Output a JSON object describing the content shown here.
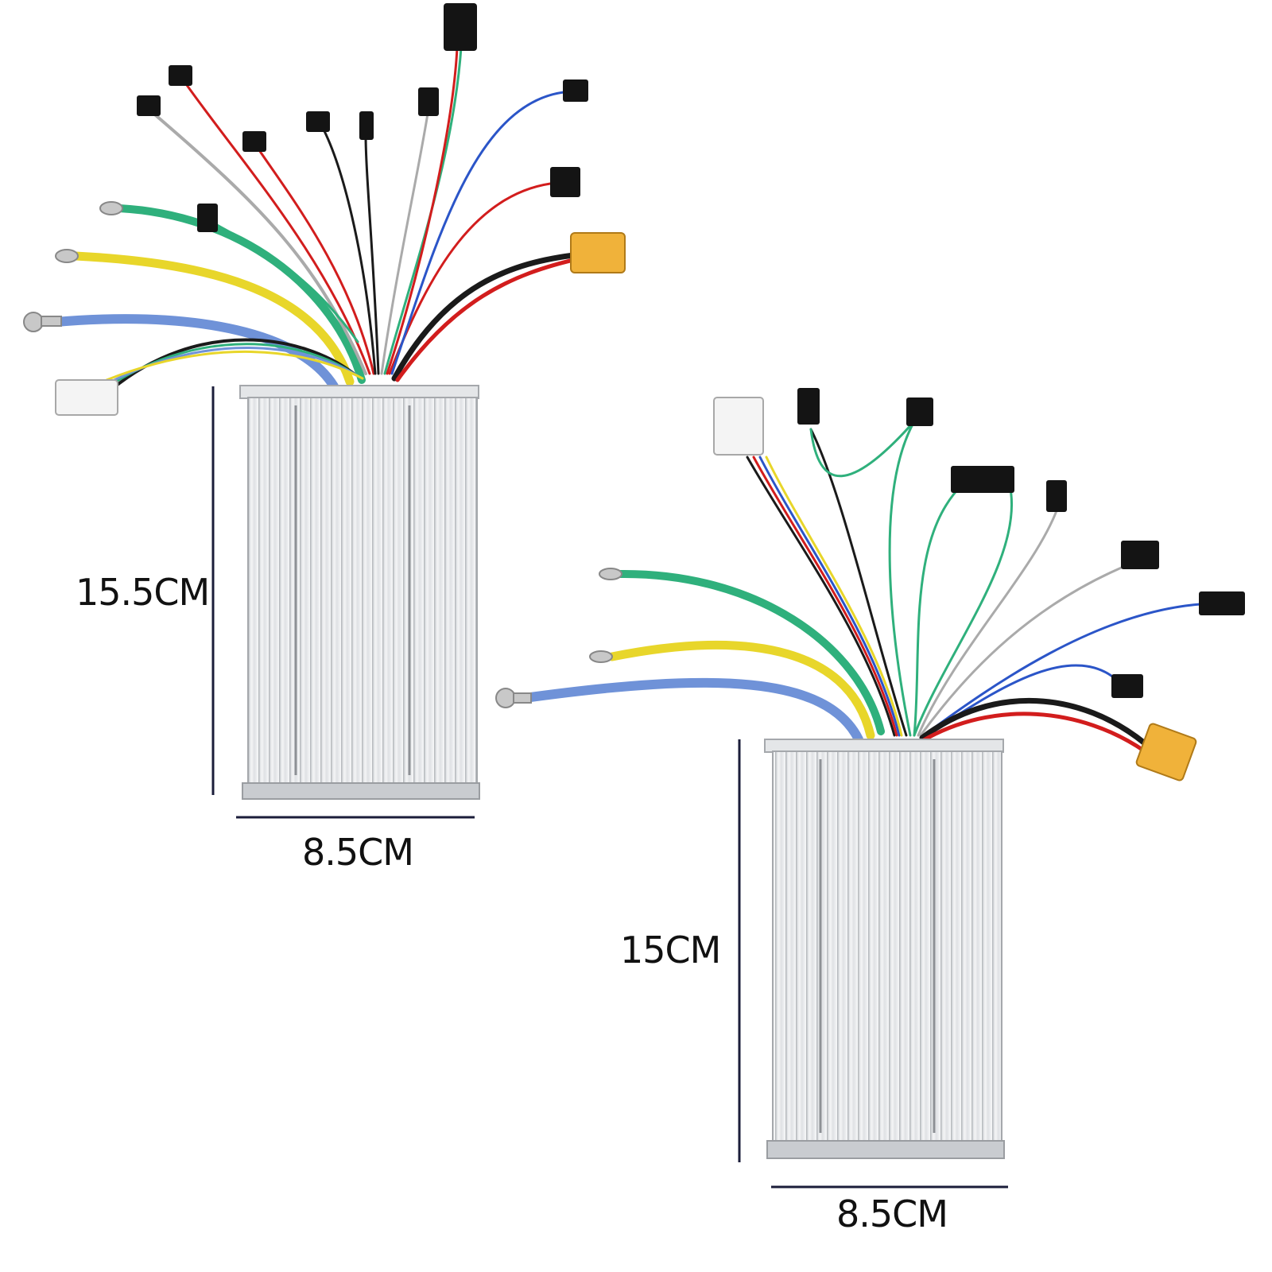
{
  "product_a": {
    "height_label": "15.5CM",
    "width_label": "8.5CM"
  },
  "product_b": {
    "height_label": "15CM",
    "width_label": "8.5CM"
  },
  "colors": {
    "housing": "#e4e6e8",
    "wire_green": "#2fb07c",
    "wire_yellow": "#e8d62a",
    "wire_blue": "#6f92d8",
    "wire_red": "#d21d1d",
    "wire_black": "#1a1a1a",
    "connector_xt": "#f0b23a"
  }
}
